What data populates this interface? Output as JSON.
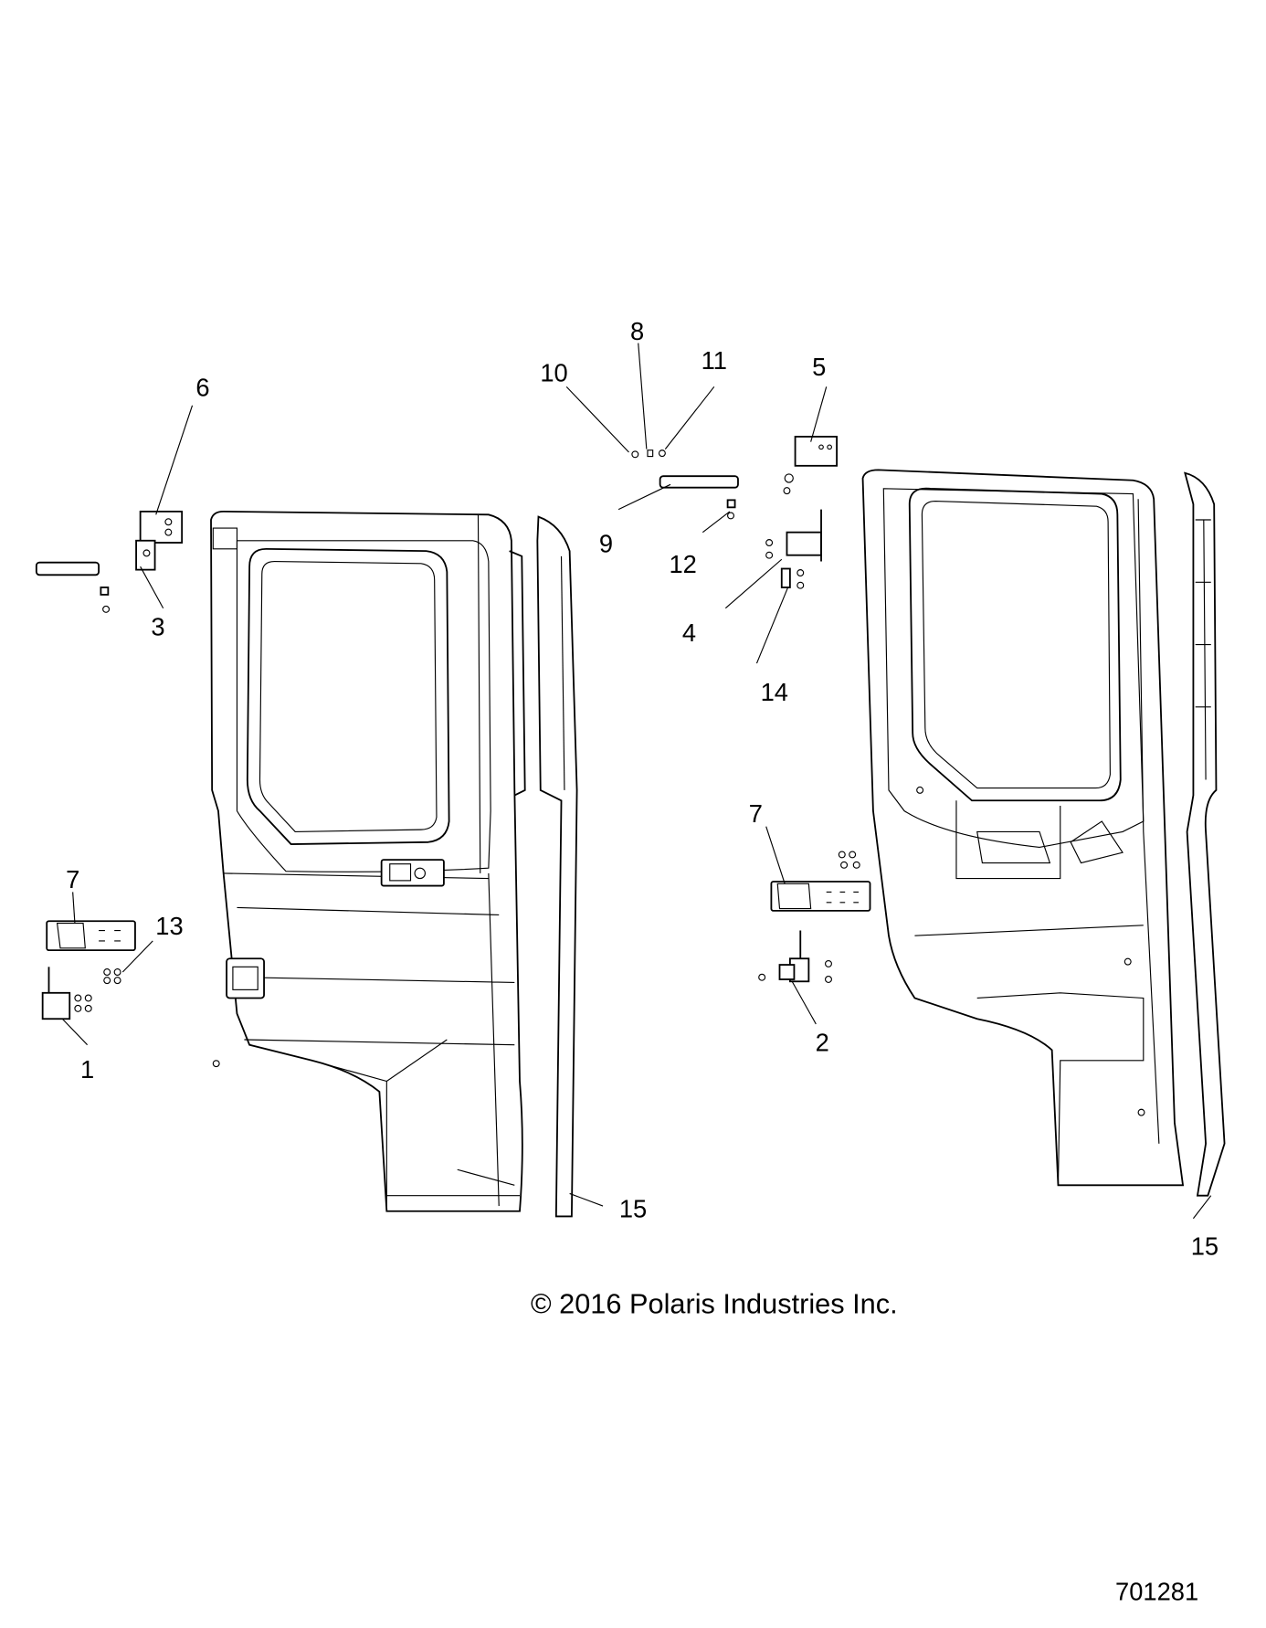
{
  "diagram": {
    "callouts": [
      "1",
      "2",
      "3",
      "4",
      "5",
      "6",
      "7",
      "7",
      "8",
      "9",
      "10",
      "11",
      "12",
      "13",
      "14",
      "15",
      "15"
    ],
    "copyright": "© 2016 Polaris Industries Inc.",
    "figure_number": "701281"
  }
}
